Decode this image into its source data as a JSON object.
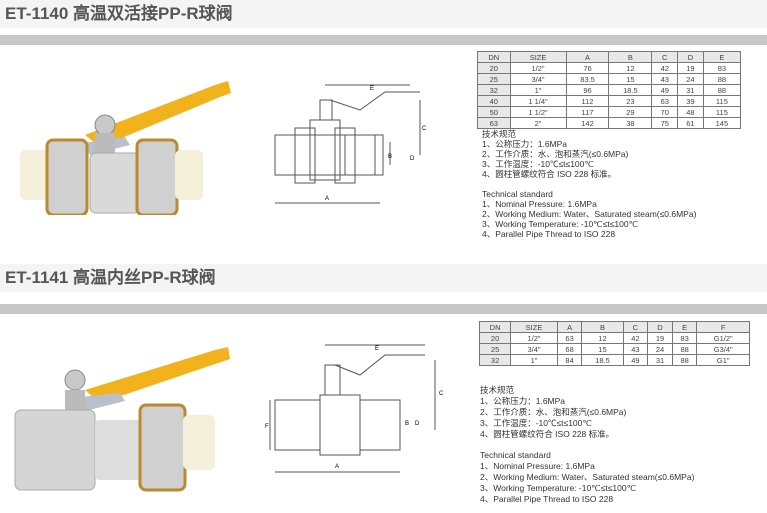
{
  "products": [
    {
      "title": "ET-1140 高温双活接PP-R球阀",
      "table": {
        "headers": [
          "DN",
          "SIZE",
          "A",
          "B",
          "C",
          "D",
          "E"
        ],
        "rows": [
          [
            "20",
            "1/2\"",
            "76",
            "12",
            "42",
            "19",
            "83"
          ],
          [
            "25",
            "3/4\"",
            "83.5",
            "15",
            "43",
            "24",
            "88"
          ],
          [
            "32",
            "1\"",
            "96",
            "18.5",
            "49",
            "31",
            "88"
          ],
          [
            "40",
            "1 1/4\"",
            "112",
            "23",
            "63",
            "39",
            "115"
          ],
          [
            "50",
            "1 1/2\"",
            "117",
            "29",
            "70",
            "48",
            "115"
          ],
          [
            "63",
            "2\"",
            "142",
            "38",
            "75",
            "61",
            "145"
          ]
        ]
      },
      "diagram_labels": {
        "a": "A",
        "b": "B",
        "c": "C",
        "d": "D",
        "e": "E"
      }
    },
    {
      "title": "ET-1141 高温内丝PP-R球阀",
      "table": {
        "headers": [
          "DN",
          "SIZE",
          "A",
          "B",
          "C",
          "D",
          "E",
          "F"
        ],
        "rows": [
          [
            "20",
            "1/2\"",
            "63",
            "12",
            "42",
            "19",
            "83",
            "G1/2\""
          ],
          [
            "25",
            "3/4\"",
            "68",
            "15",
            "43",
            "24",
            "88",
            "G3/4\""
          ],
          [
            "32",
            "1\"",
            "84",
            "18.5",
            "49",
            "31",
            "88",
            "G1\""
          ]
        ]
      },
      "diagram_labels": {
        "a": "A",
        "b": "B",
        "c": "C",
        "d": "D",
        "e": "E",
        "f": "F"
      }
    }
  ],
  "spec_cn": [
    "技术规范",
    "1、公称压力：1.6MPa",
    "2、工作介质：水、泡和蒸汽(≤0.6MPa)",
    "3、工作温度：-10℃≤t≤100℃",
    "4、圆柱管螺纹符合 ISO 228 标准。"
  ],
  "spec_en": [
    "Technical standard",
    "1、Nominal Pressure: 1.6MPa",
    "2、Working Medium: Water、Saturated steam(≤0.6MPa)",
    "3、Working Temperature: -10℃≤t≤100℃",
    "4、Parallel Pipe Thread to ISO 228"
  ],
  "colors": {
    "handle": "#f2b21c",
    "band": "#f4f4f4",
    "bar": "#c8c8c8"
  }
}
